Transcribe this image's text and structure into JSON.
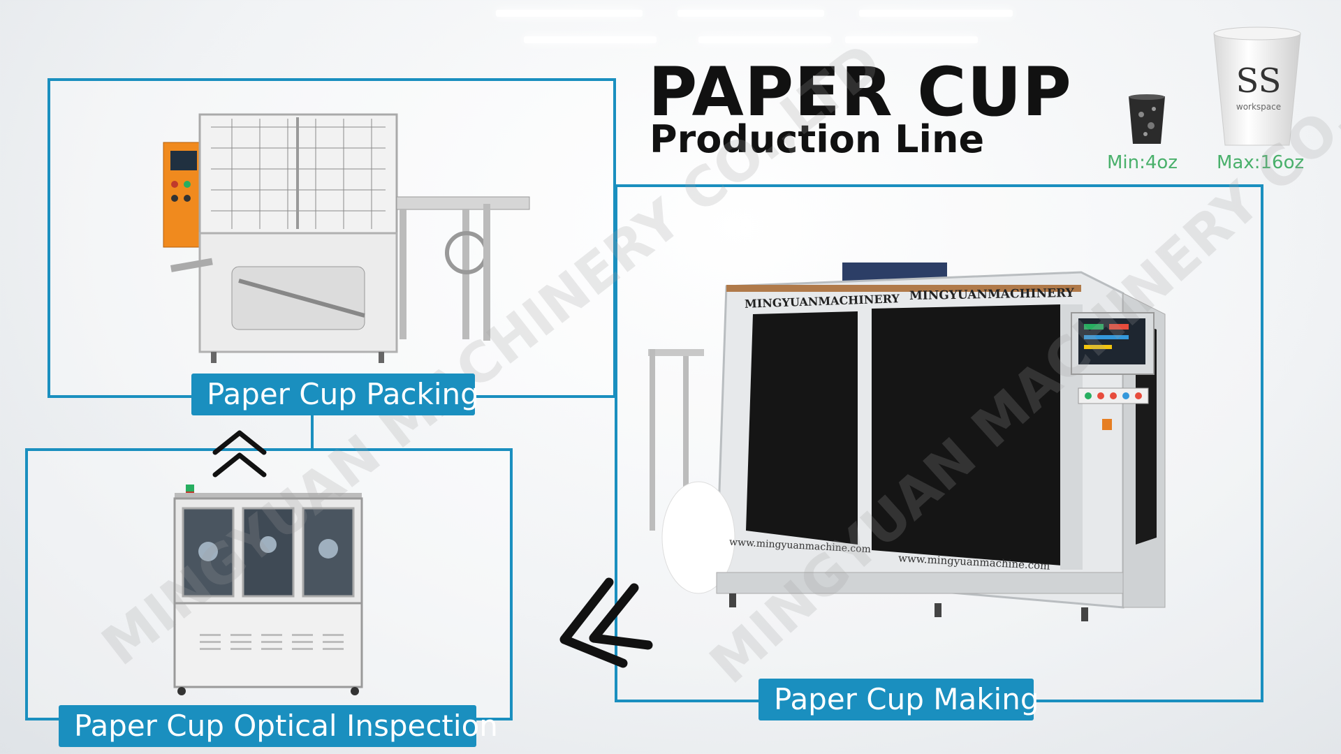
{
  "title": {
    "main": "PAPER CUP",
    "sub": "Production Line"
  },
  "cups": {
    "min_label": "Min:4oz",
    "max_label": "Max:16oz",
    "large_cup_logo": "SS",
    "large_cup_text": "workspace"
  },
  "stations": {
    "packing": "Paper Cup Packing",
    "inspection": "Paper Cup Optical Inspection",
    "making": "Paper Cup Making"
  },
  "machine_text": {
    "brand_left": "MINGYUANMACHINERY",
    "brand_right": "MINGYUANMACHINERY",
    "url_left": "www.mingyuanmachine.com",
    "url_right": "www.mingyuanmachine.com"
  },
  "watermarks": {
    "wm1": "MINGYUAN MACHINERY CO.,LTD",
    "wm2": "MINGYUAN MACHINERY CO.,LTD"
  },
  "colors": {
    "accent": "#1a8fbf",
    "cup_caption": "#49b06b",
    "control_panel": "#f08a1e"
  },
  "icons": {
    "up_arrow": "double-chevron-up-icon",
    "left_arrow": "double-chevron-left-icon"
  }
}
